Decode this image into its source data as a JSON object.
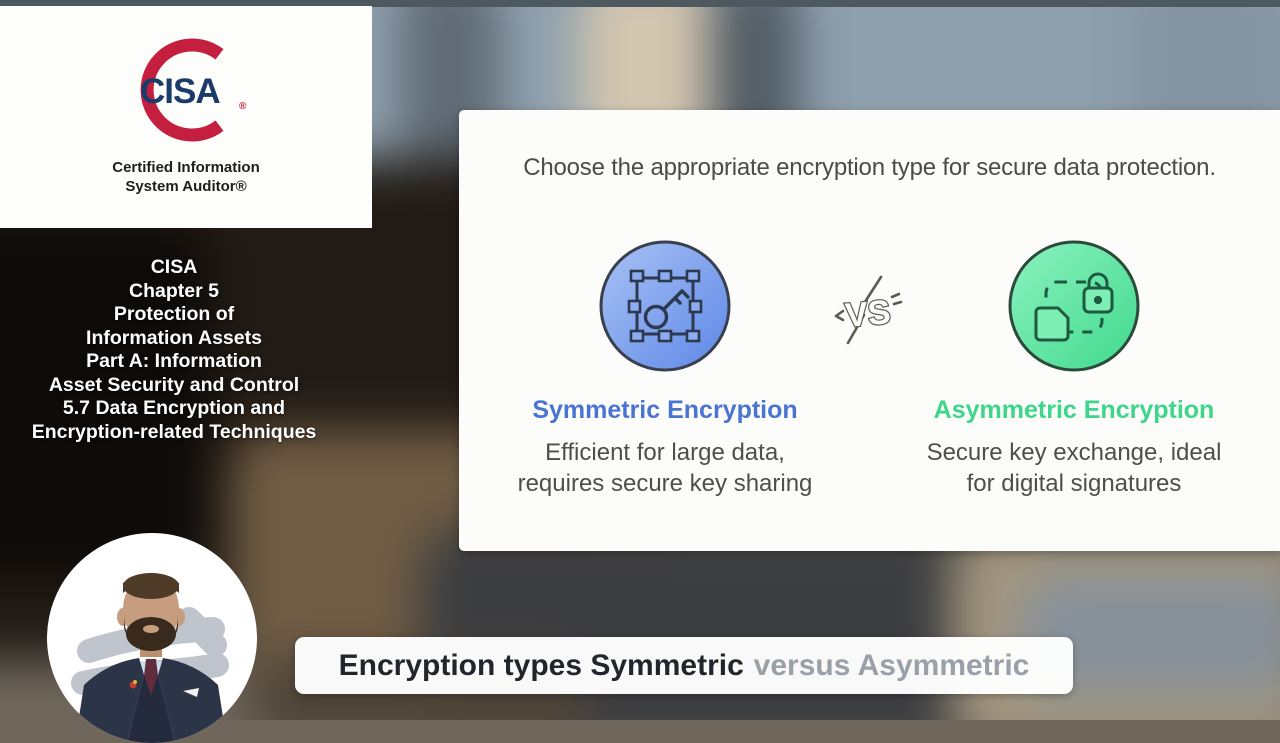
{
  "logo_card": {
    "brand": "CISA",
    "registered": "®",
    "subtitle_line1": "Certified Information",
    "subtitle_line2": "System Auditor®"
  },
  "chapter": {
    "lines": [
      "CISA",
      "Chapter 5",
      "Protection of",
      "Information Assets",
      "Part A: Information",
      "Asset Security and Control",
      "5.7 Data Encryption and",
      "Encryption-related Techniques"
    ]
  },
  "slide": {
    "title": "Choose the appropriate encryption type for secure data protection.",
    "vs_label": "VS",
    "options": [
      {
        "name": "Symmetric Encryption",
        "description": "Efficient for large data,\nrequires secure key sharing",
        "accent": "#4a74d3",
        "icon": "key-grid-icon"
      },
      {
        "name": "Asymmetric Encryption",
        "description": "Secure key exchange, ideal\nfor digital signatures",
        "accent": "#3ed68a",
        "icon": "lock-document-icon"
      }
    ]
  },
  "caption": {
    "primary": "Encryption types Symmetric",
    "secondary": "versus Asymmetric"
  },
  "colors": {
    "logo_red": "#c41f3e",
    "logo_navy": "#1b3b6b",
    "accent_blue": "#4a74d3",
    "accent_green": "#3ed68a"
  }
}
